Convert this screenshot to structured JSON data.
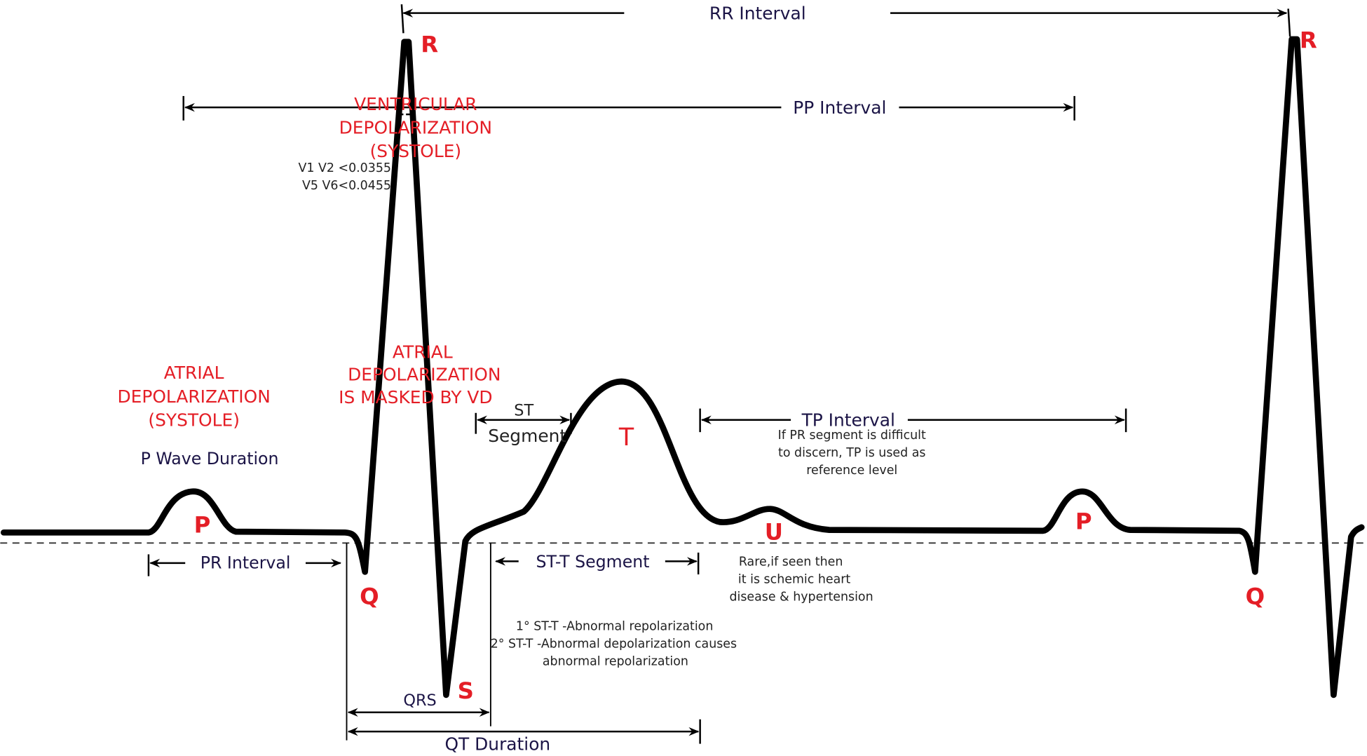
{
  "diagram": {
    "title": "ECG waveform with intervals and segments",
    "colors": {
      "wave_labels": "#e41e26",
      "interval_labels": "#1b1446",
      "notes": "#222222",
      "trace": "#000000",
      "background": "#ffffff"
    },
    "waves": {
      "p1": "P",
      "q1": "Q",
      "r1": "R",
      "s1": "S",
      "t": "T",
      "u": "U",
      "p2": "P",
      "q2": "Q",
      "r2": "R"
    },
    "intervals": {
      "rr": "RR Interval",
      "pp": "PP Interval",
      "tp": "TP Interval",
      "pr": "PR Interval",
      "st_segment_line1": "ST",
      "st_segment_line2": "Segment",
      "st_t_segment": "ST-T Segment",
      "qrs": "QRS",
      "qt": "QT Duration",
      "p_wave_duration": "P Wave Duration"
    },
    "annotations": {
      "ventricular": [
        "VENTRICULAR",
        "DEPOLARIZATION",
        "(SYSTOLE)"
      ],
      "atrial": [
        "ATRIAL",
        "DEPOLARIZATION",
        "(SYSTOLE)"
      ],
      "atrial_masked": [
        "ATRIAL",
        "DEPOLARIZATION",
        "IS MASKED BY VD"
      ],
      "qrs_limits": [
        "V1 V2 <0.0355",
        "V5 V6<0.0455"
      ],
      "tp_note": [
        "If PR segment is difficult",
        "to discern, TP is used as",
        "reference level"
      ],
      "u_note": [
        "Rare,if seen then",
        "it is schemic heart",
        "disease & hypertension"
      ],
      "st_t_note": [
        "1° ST-T -Abnormal repolarization",
        "2° ST-T -Abnormal depolarization causes",
        "abnormal repolarization"
      ]
    }
  }
}
